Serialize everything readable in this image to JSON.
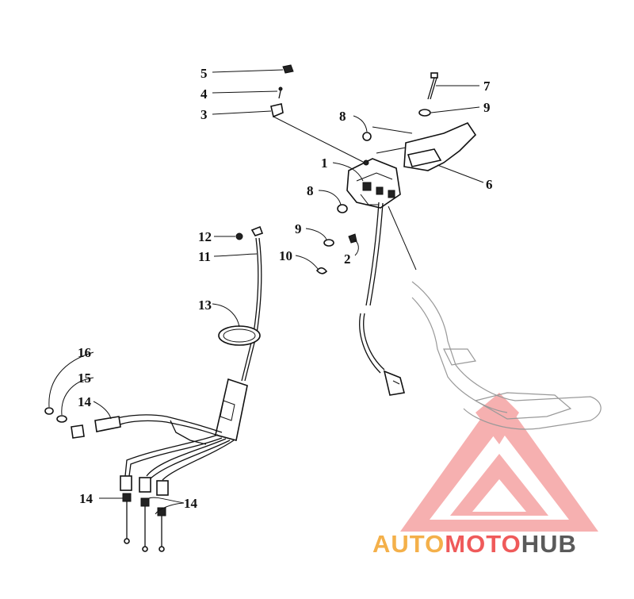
{
  "callouts": {
    "c1": "1",
    "c2": "2",
    "c3": "3",
    "c4": "4",
    "c5": "5",
    "c6": "6",
    "c7": "7",
    "c8a": "8",
    "c8b": "8",
    "c9a": "9",
    "c9b": "9",
    "c10": "10",
    "c11": "11",
    "c12": "12",
    "c13": "13",
    "c14a": "14",
    "c14b": "14",
    "c14c": "14",
    "c15": "15",
    "c16": "16"
  },
  "watermark": {
    "word1": "AUTO",
    "word2": "MOTO",
    "word3": "HUB",
    "colors": {
      "auto": "#f4b04a",
      "moto": "#ef5a5a",
      "hub": "#5a5a5a",
      "logo": "#ef5a5a"
    }
  }
}
